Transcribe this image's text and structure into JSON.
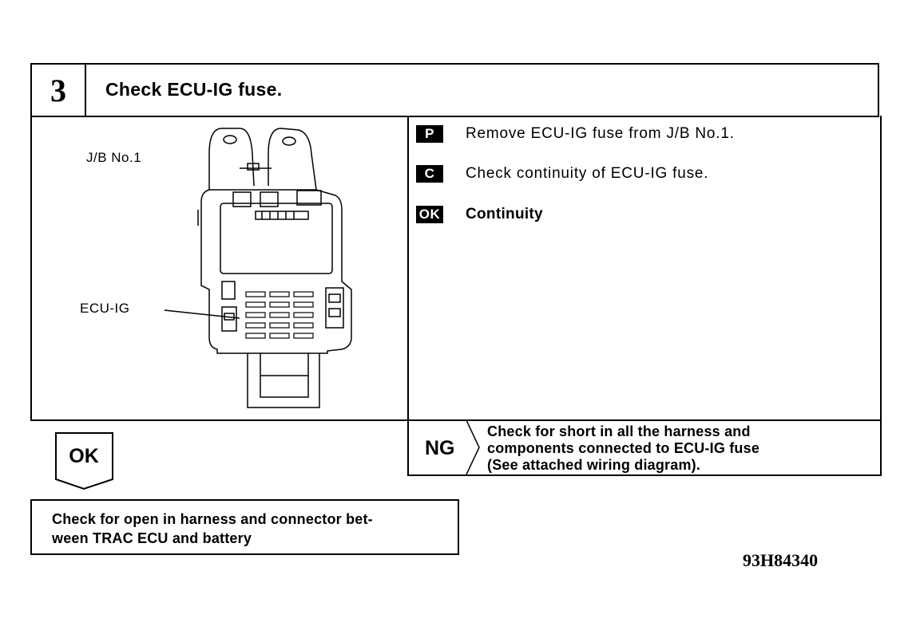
{
  "header": {
    "step_number": "3",
    "title": "Check ECU-IG fuse."
  },
  "diagram": {
    "jb_label": "J/B No.1",
    "fuse_label": "ECU-IG"
  },
  "steps": [
    {
      "badge": "P",
      "text": "Remove ECU-IG fuse from J/B No.1."
    },
    {
      "badge": "C",
      "text": "Check continuity of ECU-IG fuse."
    },
    {
      "badge": "OK",
      "text": "Continuity"
    }
  ],
  "ng": {
    "label": "NG",
    "lines": [
      "Check for short in all the harness and",
      "components connected to ECU-IG fuse",
      "(See attached wiring diagram)."
    ]
  },
  "ok": {
    "label": "OK"
  },
  "result": {
    "lines": [
      "Check for open in harness and connector bet-",
      "ween TRAC ECU and battery"
    ]
  },
  "figure_id": "93H84340"
}
